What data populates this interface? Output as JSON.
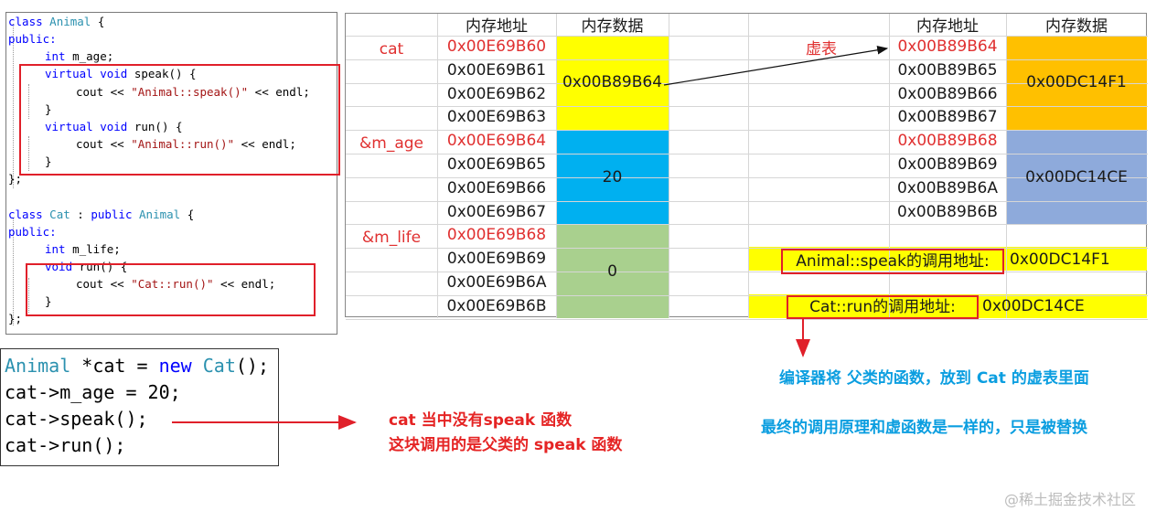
{
  "code_panel": {
    "lines": [
      "class Animal {",
      "public:",
      "int m_age;",
      "virtual void speak() {",
      "cout << \"Animal::speak()\" << endl;",
      "}",
      "virtual void run() {",
      "cout << \"Animal::run()\" << endl;",
      "}",
      "};",
      "class Cat : public Animal {",
      "public:",
      "int m_life;",
      "void run() {",
      "cout << \"Cat::run()\" << endl;",
      "}",
      "};"
    ]
  },
  "snippet": {
    "lines": [
      "Animal *cat = new Cat();",
      "cat->m_age = 20;",
      "cat->speak();",
      "cat->run();"
    ]
  },
  "table": {
    "left_headers": [
      "内存地址",
      "内存数据"
    ],
    "right_headers": [
      "内存地址",
      "内存数据"
    ],
    "var_labels": [
      "cat",
      "&m_age",
      "&m_life"
    ],
    "left_addresses": [
      "0x00E69B60",
      "0x00E69B61",
      "0x00E69B62",
      "0x00E69B63",
      "0x00E69B64",
      "0x00E69B65",
      "0x00E69B66",
      "0x00E69B67",
      "0x00E69B68",
      "0x00E69B69",
      "0x00E69B6A",
      "0x00E69B6B"
    ],
    "left_data": [
      "0x00B89B64",
      "20",
      "0"
    ],
    "vtable_label": "虚表",
    "right_addresses": [
      "0x00B89B64",
      "0x00B89B65",
      "0x00B89B66",
      "0x00B89B67",
      "0x00B89B68",
      "0x00B89B69",
      "0x00B89B6A",
      "0x00B89B6B"
    ],
    "right_data": [
      "0x00DC14F1",
      "0x00DC14CE"
    ],
    "speak_label": "Animal::speak的调用地址:",
    "speak_addr": "0x00DC14F1",
    "run_label": "Cat::run的调用地址:",
    "run_addr": "0x00DC14CE"
  },
  "colors": {
    "yellow": "#ffff00",
    "cyan": "#00b0f0",
    "green": "#a9d08e",
    "orange": "#ffc000",
    "blue_gray": "#8eaadb",
    "red": "#e0202a",
    "blue_text": "#0b9ee0"
  },
  "notes": {
    "blue1": "编译器将 父类的函数，放到 Cat 的虚表里面",
    "blue2": "最终的调用原理和虚函数是一样的，只是被替换",
    "red1": "cat 当中没有speak 函数",
    "red2": "这块调用的是父类的 speak 函数"
  },
  "watermark": "@稀土掘金技术社区"
}
